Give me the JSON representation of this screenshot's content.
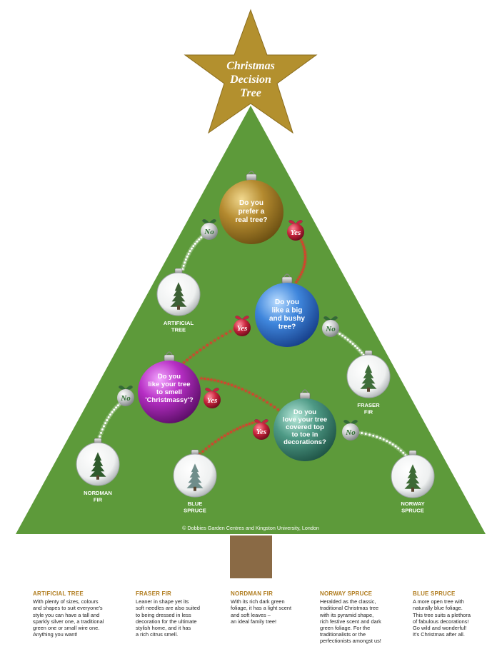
{
  "title": "Christmas\nDecision\nTree",
  "questions": {
    "real_tree": "Do you\nprefer a\nreal tree?",
    "big_bushy": "Do you\nlike a big\nand bushy\ntree?",
    "smell": "Do you\nlike your tree\nto smell\n'Christmassy'?",
    "decorations": "Do you\nlove your tree\ncovered top\nto toe in\ndecorations?"
  },
  "answers": {
    "yes": "Yes",
    "no": "No"
  },
  "trees": {
    "artificial": "ARTIFICIAL\nTREE",
    "fraser": "FRASER\nFIR",
    "nordman": "NORDMAN\nFIR",
    "blue_spruce": "BLUE\nSPRUCE",
    "norway": "NORWAY\nSPRUCE"
  },
  "copyright": "© Dobbies Garden Centres and Kingston University, London",
  "descriptions": [
    {
      "heading": "ARTIFICIAL TREE",
      "body": "With plenty of sizes, colours\nand shapes to suit everyone's\nstyle you can have a tall and\nsparkly silver one, a traditional\ngreen one or small wire one.\nAnything you want!"
    },
    {
      "heading": "FRASER FIR",
      "body": "Leaner in shape yet its\nsoft needles are also suited\nto being dressed in less\ndecoration for the ultimate\nstylish home, and it has\na rich citrus smell."
    },
    {
      "heading": "NORDMAN FIR",
      "body": "With its rich dark green\nfoliage, it has a light scent\nand soft leaves –\nan ideal family tree!"
    },
    {
      "heading": "NORWAY SPRUCE",
      "body": "Heralded as the classic,\ntraditional Christmas tree\nwith its pyramid shape,\nrich festive scent and dark\ngreen foliage. For the\ntraditionalists or the\nperfectionists amongst us!"
    },
    {
      "heading": "BLUE SPRUCE",
      "body": "A more open tree with\nnaturally blue foliage.\nThis tree suits a plethora\nof fabulous decorations!\nGo wild and wonderful!\nIt's Christmas after all."
    }
  ],
  "colors": {
    "tree_green": "#5d9a3a",
    "trunk": "#8a6a45",
    "star_gold": "#b3902e",
    "heading_gold": "#b07c1e",
    "yes_red": "#c8243c",
    "bauble_gold": "#b48a2f",
    "bauble_blue": "#3f86dc",
    "bauble_magenta": "#b62ec4",
    "bauble_teal": "#4e9a86"
  }
}
